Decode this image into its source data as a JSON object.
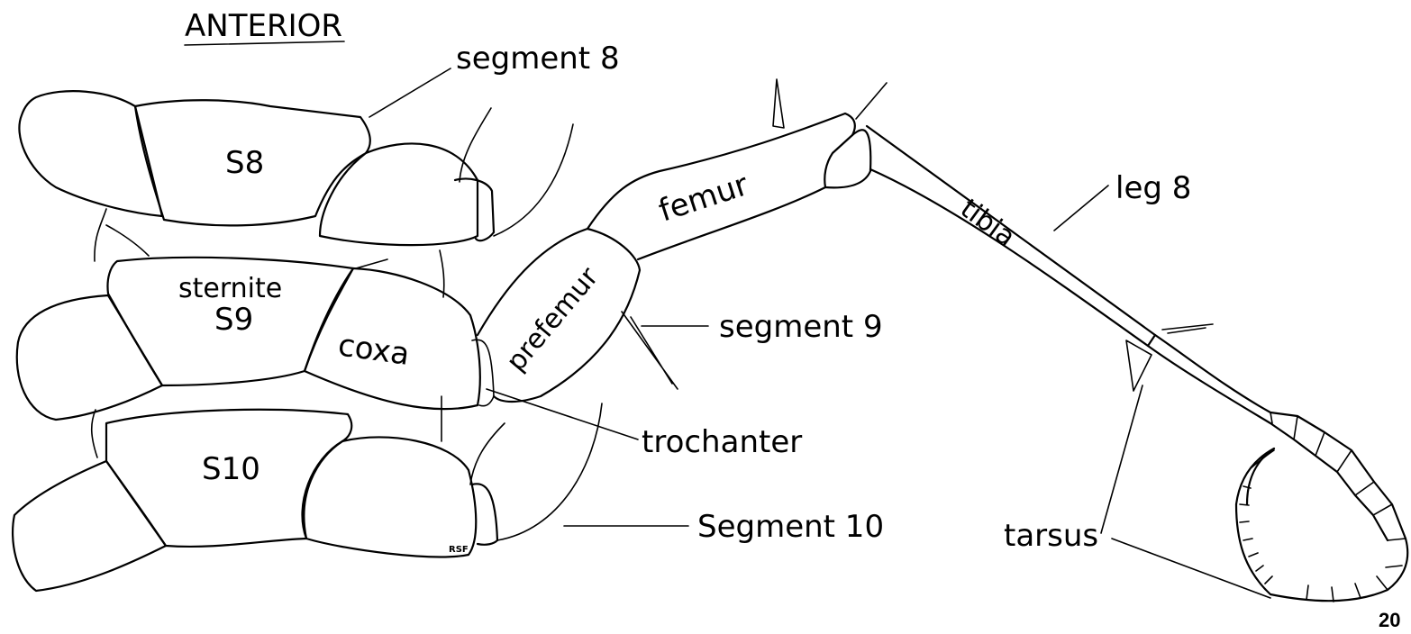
{
  "heading": "ANTERIOR",
  "labels": {
    "segment_8": "segment 8",
    "segment_9": "segment 9",
    "segment_10": "Segment 10",
    "s8": "S8",
    "sternite": "sternite",
    "s9": "S9",
    "s10": "S10",
    "coxa": "coxa",
    "prefemur": "prefemur",
    "femur": "femur",
    "tibia": "tibia",
    "leg_8": "leg 8",
    "trochanter": "trochanter",
    "tarsus": "tarsus"
  },
  "signature": "RSF",
  "page_number": "20"
}
